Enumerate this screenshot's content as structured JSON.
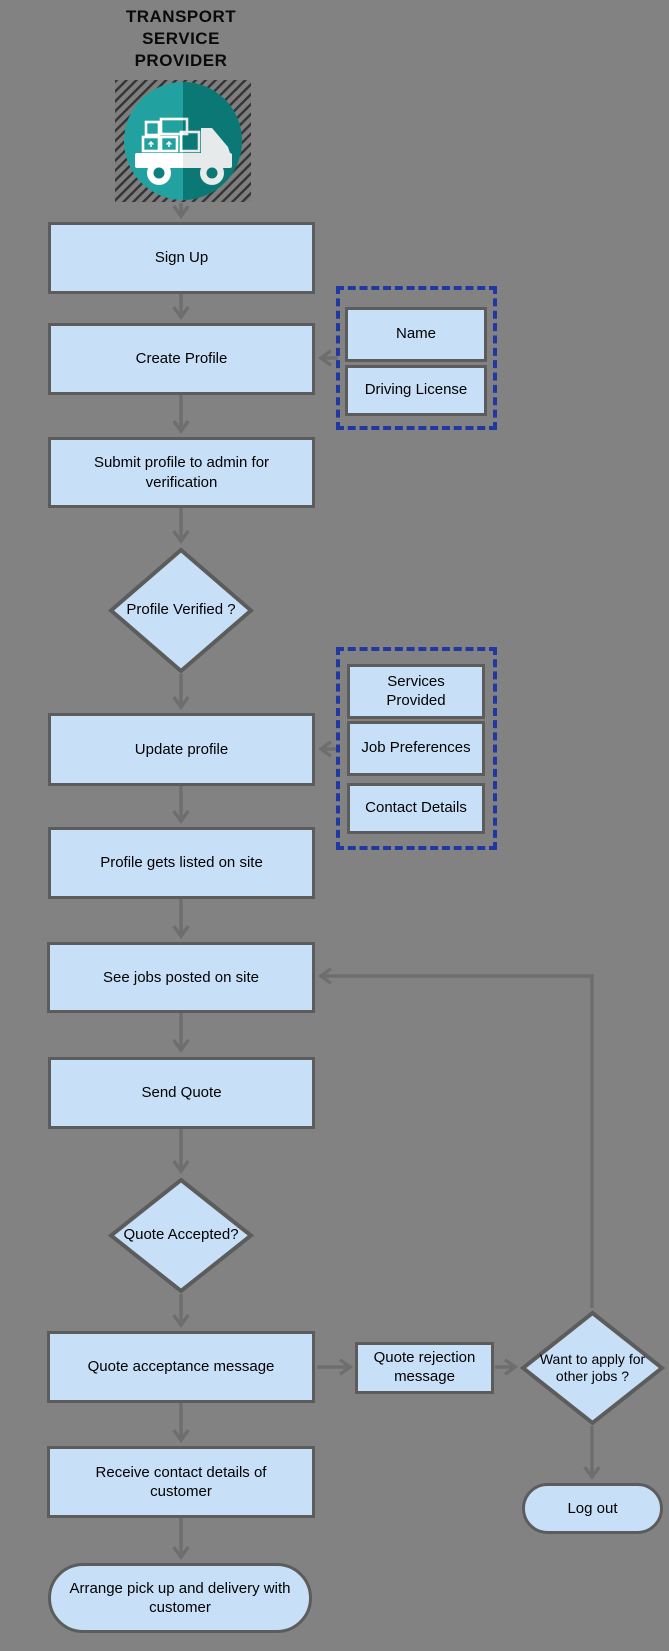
{
  "title": {
    "line1": "TRANSPORT",
    "line2": "SERVICE",
    "line3": "PROVIDER"
  },
  "icon": {
    "name": "transport-truck-icon"
  },
  "flow": {
    "sign_up": "Sign Up",
    "create_profile": "Create Profile",
    "submit_profile": "Submit profile to admin for verification",
    "profile_verified": "Profile Verified ?",
    "update_profile": "Update profile",
    "profile_listed": "Profile gets listed on site",
    "see_jobs": "See jobs posted on site",
    "send_quote": "Send Quote",
    "quote_accepted": "Quote Accepted?",
    "quote_acceptance": "Quote acceptance message",
    "quote_rejection": "Quote rejection message",
    "want_other_jobs": "Want to apply for other jobs ?",
    "receive_contact": "Receive contact details of customer",
    "arrange_pickup": "Arrange pick up and delivery with customer",
    "log_out": "Log out"
  },
  "profile_details_group": {
    "items": [
      "Name",
      "Driving License"
    ]
  },
  "update_details_group": {
    "items": [
      "Services Provided",
      "Job Preferences",
      "Contact Details"
    ]
  },
  "colors": {
    "background": "#828282",
    "node_fill": "#c8e0f7",
    "node_border": "#5c5c5c",
    "connector": "#6e6e6e",
    "dashed_container_border": "#2138a0",
    "icon_teal_light": "#21a2a0",
    "icon_teal_dark": "#0c807e",
    "text": "#000000"
  }
}
